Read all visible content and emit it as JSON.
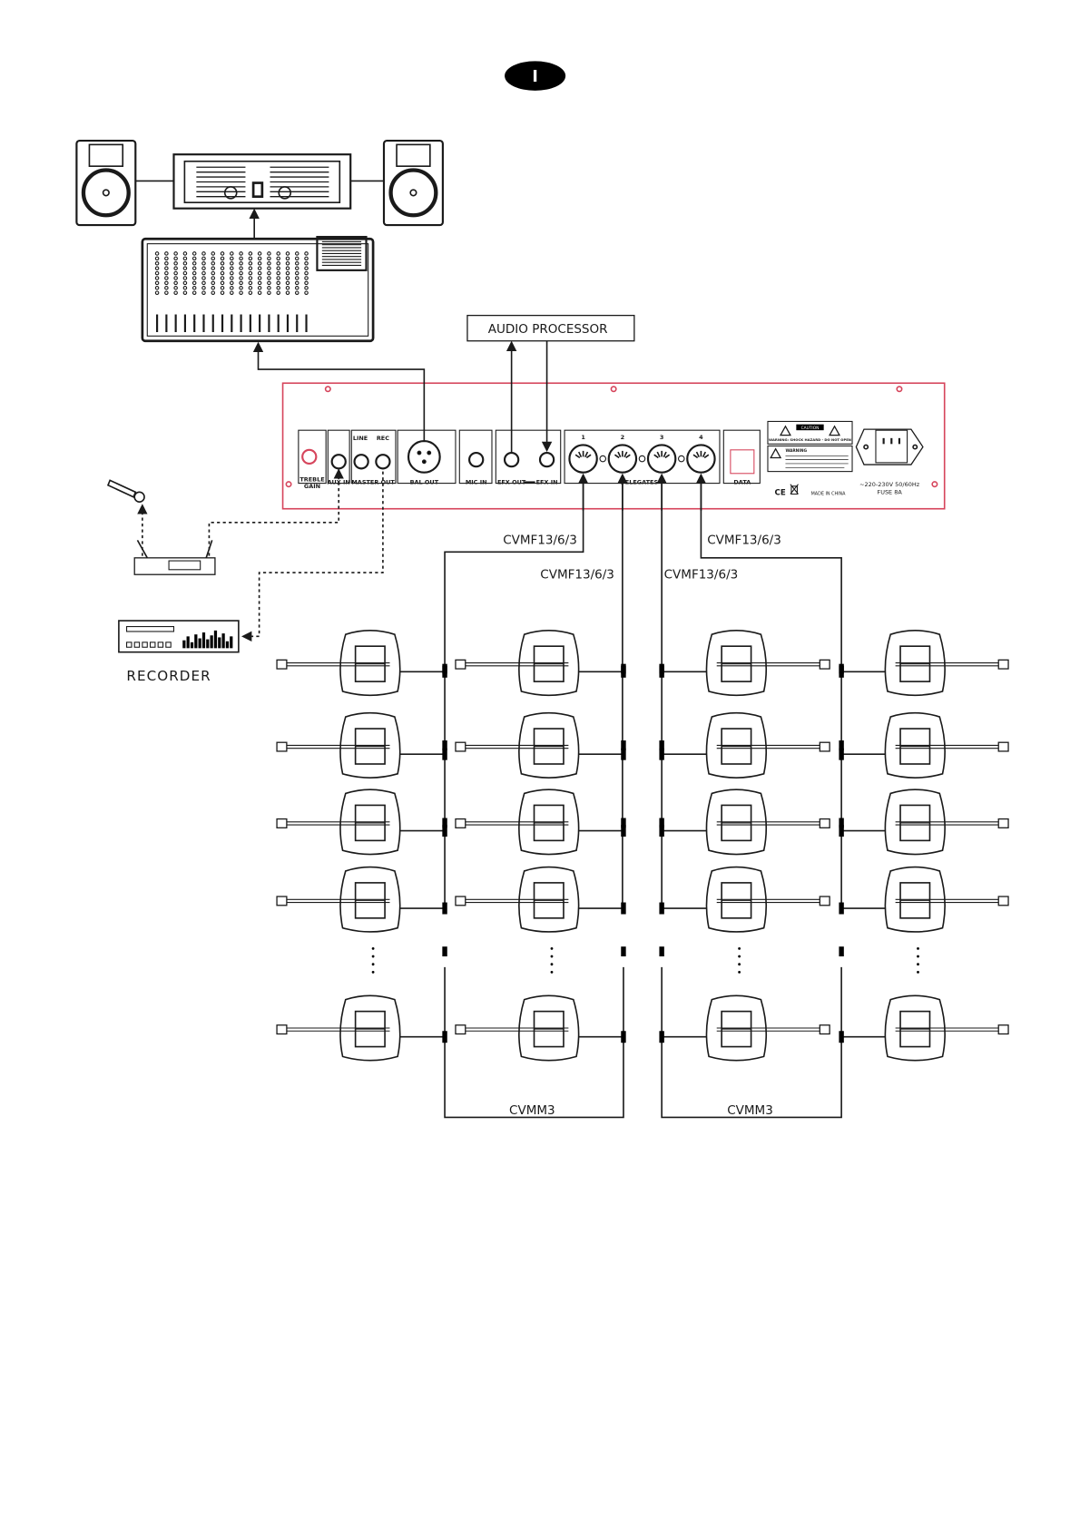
{
  "page_marker": "I",
  "audio_processor": "AUDIO PROCESSOR",
  "recorder": "RECORDER",
  "panel": {
    "treble_gain": [
      "TREBLE",
      "GAIN"
    ],
    "aux_in": "AUX IN",
    "line": "LINE",
    "rec": "REC",
    "master_out": "MASTER OUT",
    "bal_out": "BAL OUT",
    "mic_in": "MIC IN",
    "efx_out": "EFX OUT",
    "efx_in": "EFX IN",
    "delegate_ports": [
      "1",
      "2",
      "3",
      "4"
    ],
    "delegates": "DELEGATES",
    "data": "DATA",
    "caution": "CAUTION",
    "warning_shock": "WARNING: SHOCK HAZARD - DO NOT OPEN",
    "warning": "WARNING",
    "made_in": "MADE IN CHINA",
    "ce": "CE",
    "power": "~220-230V  50/60Hz",
    "fuse": "FUSE  8A"
  },
  "cables": {
    "cvmf_1": "CVMF13/6/3",
    "cvmf_2": "CVMF13/6/3",
    "cvmf_3": "CVMF13/6/3",
    "cvmf_4": "CVMF13/6/3",
    "cvmm_left": "CVMM3",
    "cvmm_right": "CVMM3"
  },
  "colors": {
    "panel_border": "#d6455c",
    "line": "#1a1a1a"
  }
}
